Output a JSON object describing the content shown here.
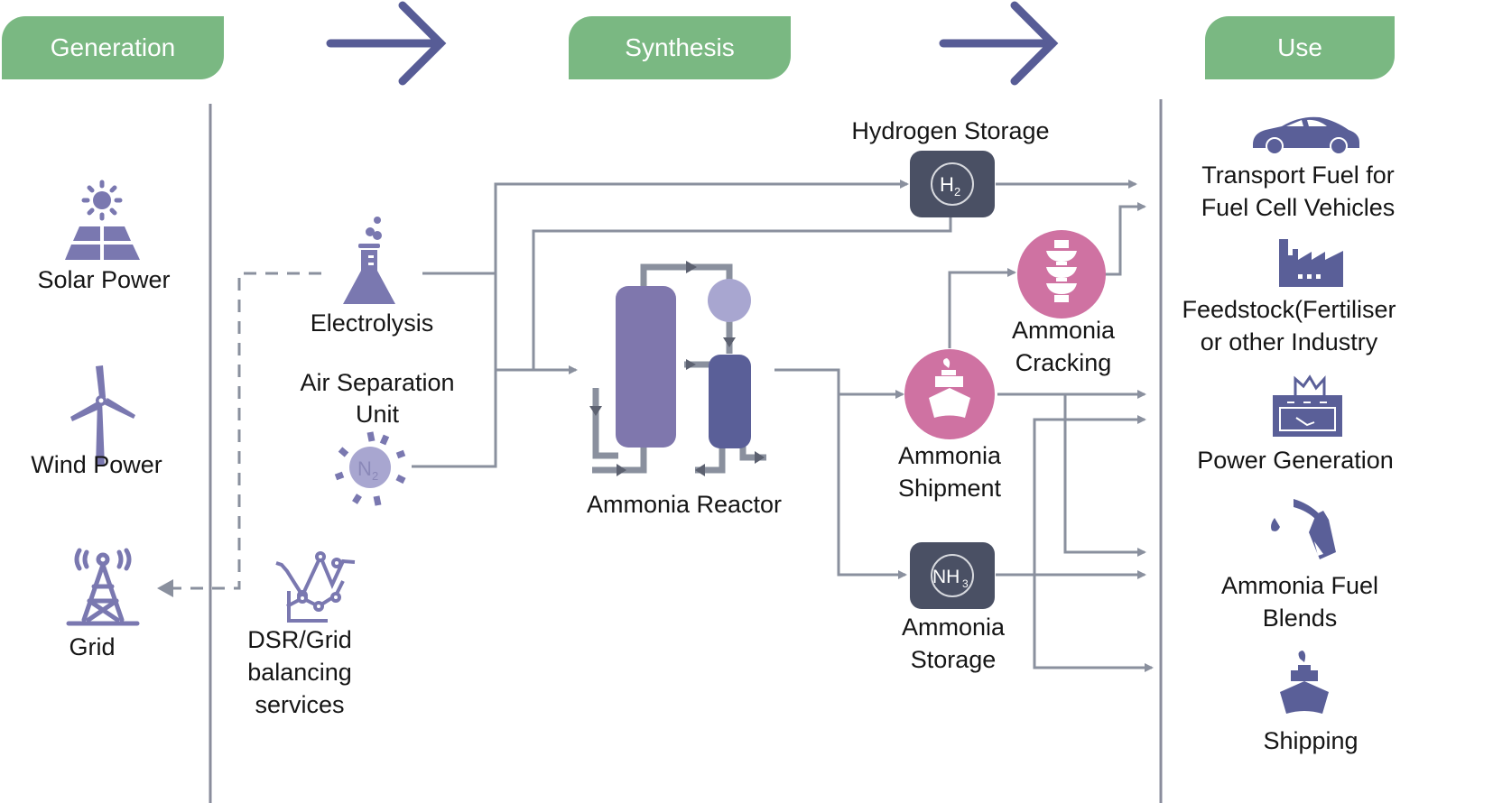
{
  "stages": [
    {
      "label": "Generation"
    },
    {
      "label": "Synthesis"
    },
    {
      "label": "Use"
    }
  ],
  "colors": {
    "stage_green": "#7ab882",
    "icon_purple": "#7a78b0",
    "stage_arrow": "#575c96",
    "flow_line": "#8a909e",
    "storage_dark": "#4a5064",
    "pink": "#cf72a2",
    "reactor_light": "#7f77ad",
    "reactor_dark": "#5a5f98",
    "reactor_bulb": "#a8a6d0"
  },
  "generation": {
    "solar": {
      "label": "Solar Power",
      "icon": "solar-panel-icon"
    },
    "wind": {
      "label": "Wind Power",
      "icon": "wind-turbine-icon"
    },
    "grid": {
      "label": "Grid",
      "icon": "transmission-tower-icon"
    }
  },
  "synthesis": {
    "electrolysis": {
      "label": "Electrolysis",
      "icon": "flask-icon"
    },
    "air_separation": {
      "label": "Air Separation\nUnit",
      "icon": "nitrogen-icon",
      "formula": "N",
      "subscript": "2"
    },
    "dsr": {
      "label": "DSR/Grid\nbalancing\nservices",
      "icon": "line-chart-icon"
    },
    "reactor": {
      "label": "Ammonia Reactor",
      "icon": "reactor-icon"
    },
    "hydrogen_storage": {
      "label": "Hydrogen Storage",
      "formula": "H",
      "subscript": "2"
    },
    "ammonia_cracking": {
      "label": "Ammonia\nCracking",
      "icon": "cracker-icon"
    },
    "ammonia_shipment": {
      "label": "Ammonia\nShipment",
      "icon": "ship-icon"
    },
    "ammonia_storage": {
      "label": "Ammonia\nStorage",
      "formula": "NH",
      "subscript": "3"
    }
  },
  "use": {
    "transport": {
      "label": "Transport Fuel for\nFuel Cell Vehicles",
      "icon": "car-icon"
    },
    "feedstock": {
      "label": "Feedstock(Fertiliser\nor other Industry",
      "icon": "factory-icon"
    },
    "power": {
      "label": "Power Generation",
      "icon": "power-plant-icon"
    },
    "fuel_blends": {
      "label": "Ammonia Fuel\nBlends",
      "icon": "fuel-nozzle-icon"
    },
    "shipping": {
      "label": "Shipping",
      "icon": "ship-icon"
    }
  }
}
